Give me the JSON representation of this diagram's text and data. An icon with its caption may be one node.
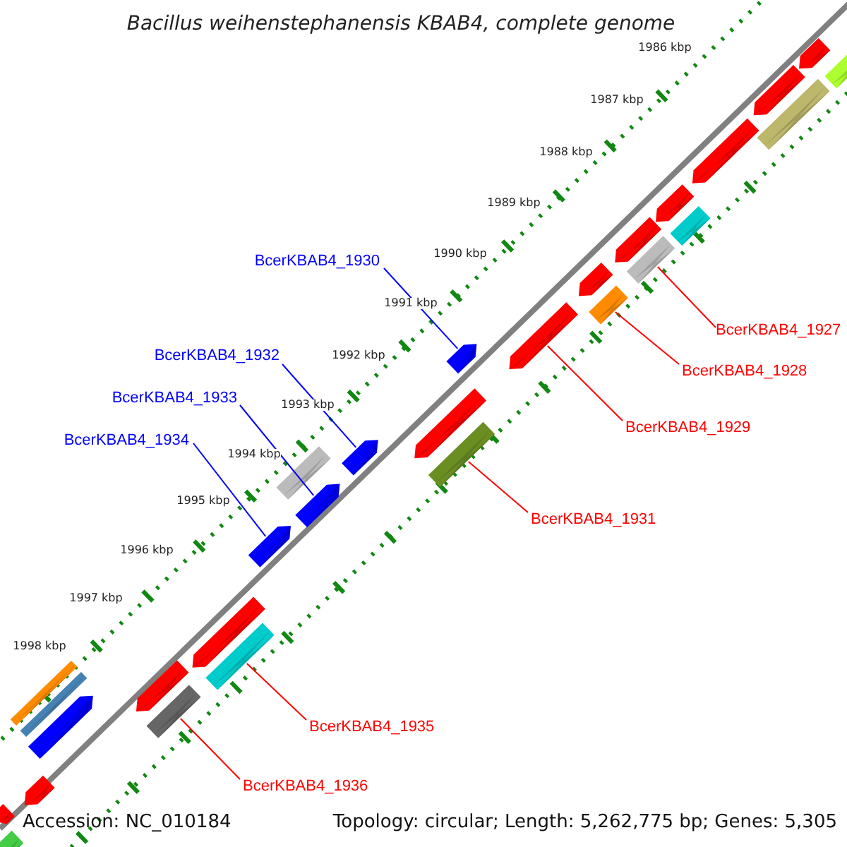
{
  "diagram": {
    "title": "Bacillus weihenstephanensis KBAB4, complete genome",
    "nodes": [
      {
        "text": [
          "BcerKBAB4_1930"
        ]
      },
      {
        "text": [
          "BcerKBAB4_1927"
        ]
      },
      {
        "text": [
          "BcerKBAB4_1932"
        ]
      },
      {
        "text": [
          "BcerKBAB4_1928"
        ]
      },
      {
        "text": [
          "BcerKBAB4_1933"
        ]
      },
      {
        "text": [
          "BcerKBAB4_1929"
        ]
      },
      {
        "text": [
          "BcerKBAB4_1934"
        ]
      },
      {
        "text": [
          "BcerKBAB4_1931"
        ]
      },
      {
        "text": [
          "BcerKBAB4_1935"
        ]
      },
      {
        "text": [
          "BcerKBAB4_1936"
        ]
      },
      {
        "text": [],
        "shape": "bar"
      },
      {
        "text": [],
        "shape": "bar"
      },
      {
        "text": [],
        "shape": "bar"
      },
      {
        "text": [],
        "shape": "bar"
      },
      {
        "text": [],
        "shape": "bar"
      },
      {
        "text": [],
        "shape": "bar"
      },
      {
        "text": [],
        "shape": "bar"
      },
      {
        "text": [],
        "shape": "bar"
      },
      {
        "text": [],
        "shape": "bar"
      },
      {
        "text": [],
        "shape": "bar"
      },
      {
        "text": [],
        "shape": "bar"
      },
      {
        "text": [],
        "shape": "bar"
      },
      {
        "text": [],
        "shape": "bar"
      },
      {
        "text": [],
        "shape": "bar"
      },
      {
        "text": [],
        "shape": "bar"
      },
      {
        "text": [],
        "shape": "bar"
      },
      {
        "text": [],
        "shape": "bar"
      },
      {
        "text": [],
        "shape": "bar"
      },
      {
        "text": [],
        "shape": "bar"
      },
      {
        "text": [],
        "shape": "bar"
      },
      {
        "text": [],
        "shape": "bar"
      },
      {
        "text": [],
        "shape": "bar"
      },
      {
        "text": [],
        "shape": "bar"
      },
      {
        "text": [],
        "shape": "bar"
      },
      {
        "text": [],
        "shape": "bar"
      },
      {
        "text": [],
        "shape": "bar"
      },
      {
        "text": [],
        "shape": "bar"
      },
      {
        "text": [],
        "shape": "bar"
      },
      {
        "text": [],
        "shape": "bar"
      }
    ],
    "edges": [
      {
        "from": 0,
        "to": 22,
        "arrow": "none",
        "color": "#0000ff"
      },
      {
        "from": 1,
        "to": 18,
        "arrow": "none"
      },
      {
        "from": 2,
        "to": 24,
        "arrow": "none",
        "color": "#0000ff"
      },
      {
        "from": 3,
        "to": 20,
        "arrow": "none"
      },
      {
        "from": 4,
        "to": 27,
        "arrow": "none",
        "color": "#0000ff"
      },
      {
        "from": 5,
        "to": 21,
        "arrow": "none"
      },
      {
        "from": 6,
        "to": 28,
        "arrow": "none",
        "color": "#0000ff"
      },
      {
        "from": 7,
        "to": 25,
        "arrow": "none"
      },
      {
        "from": 8,
        "to": 30,
        "arrow": "none"
      },
      {
        "from": 9,
        "to": 34,
        "arrow": "none"
      }
    ],
    "labels": [
      "1986 kbp",
      "1987 kbp",
      "1988 kbp",
      "1989 kbp",
      "1990 kbp",
      "1991 kbp",
      "1992 kbp",
      "1993 kbp",
      "1994 kbp",
      "1995 kbp",
      "1996 kbp",
      "1997 kbp",
      "1998 kbp",
      "Accession: NC_010184",
      "Topology: circular; Length: 5,262,775 bp; Genes: 5,305"
    ]
  }
}
